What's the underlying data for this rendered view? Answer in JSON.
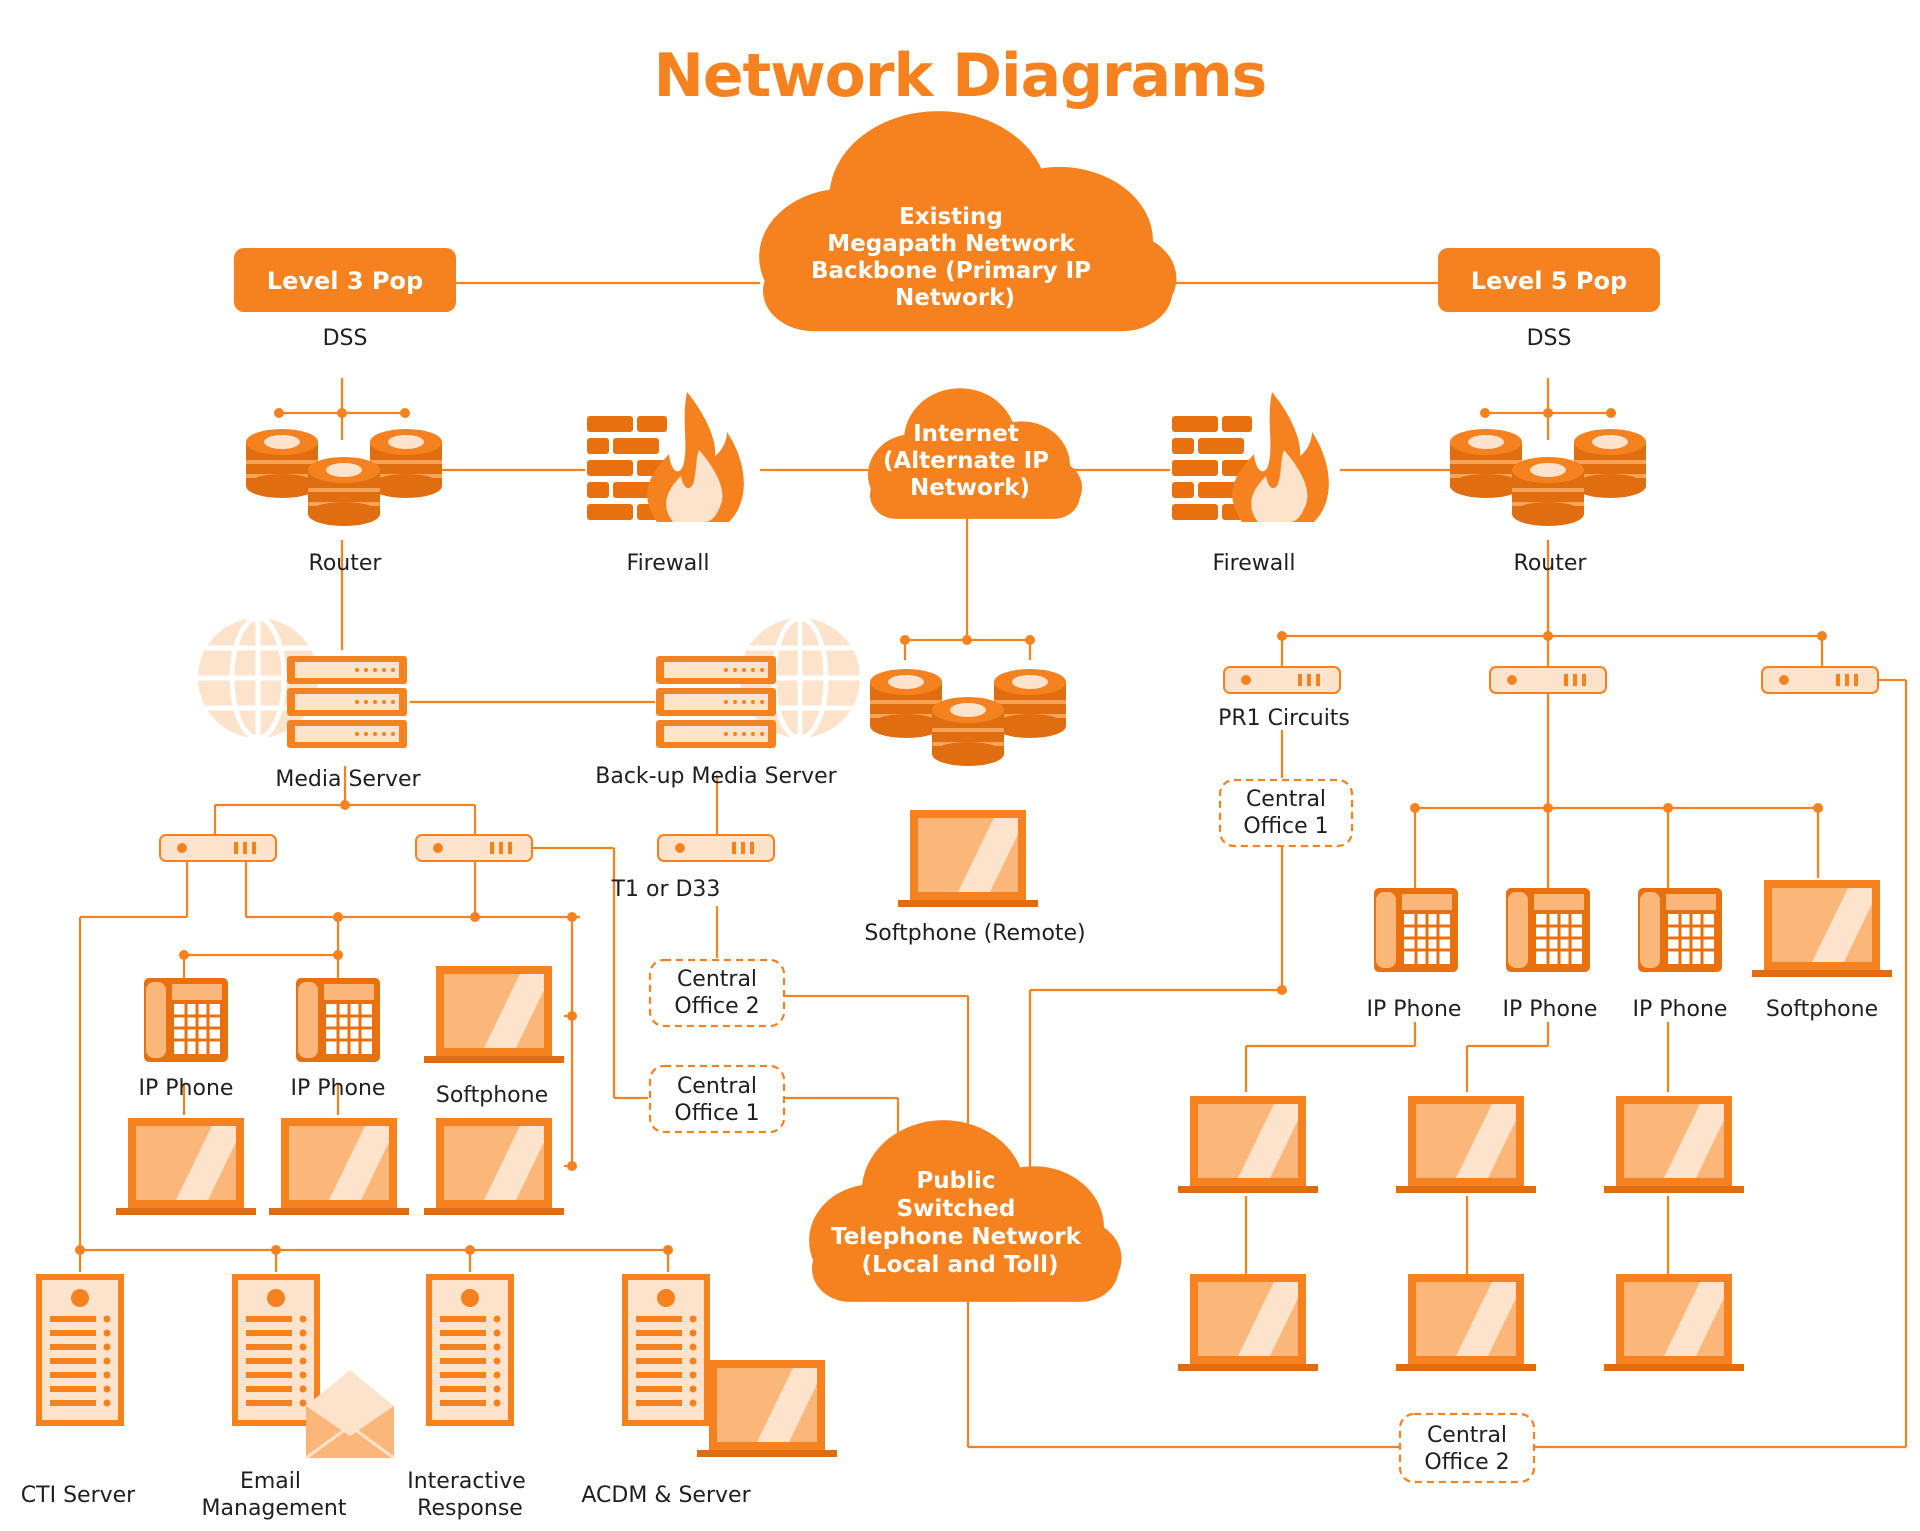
{
  "title": "Network Diagrams",
  "colors": {
    "primary": "#F5821F",
    "dark": "#D9620A",
    "light": "#FBB77A",
    "pale": "#FDE3CC",
    "line": "#F5821F"
  },
  "clouds": {
    "backbone": [
      "Existing",
      "Megapath Network",
      "Backbone (Primary IP",
      "Network)"
    ],
    "internet": [
      "Internet",
      "(Alternate IP",
      "Network)"
    ],
    "pstn": [
      "Public",
      "Switched",
      "Telephone Network",
      "(Local and Toll)"
    ]
  },
  "pops": {
    "left": "Level 3 Pop",
    "right": "Level 5 Pop"
  },
  "labels": {
    "dss_left": "DSS",
    "dss_right": "DSS",
    "router_left": "Router",
    "router_right": "Router",
    "firewall_left": "Firewall",
    "firewall_right": "Firewall",
    "media_server": "Media Server",
    "backup_media_server": "Back-up Media Server",
    "softphone_remote": "Softphone (Remote)",
    "pri_circuits": "PR1 Circuits",
    "t1_d33": "T1 or D33",
    "ip_phone_l1": "IP Phone",
    "ip_phone_l2": "IP Phone",
    "softphone_left": "Softphone",
    "ip_phone_r1": "IP Phone",
    "ip_phone_r2": "IP Phone",
    "ip_phone_r3": "IP Phone",
    "softphone_right": "Softphone",
    "cti_server": "CTI Server",
    "email_management": [
      "Email",
      "Management"
    ],
    "interactive_response": [
      "Interactive",
      "Response"
    ],
    "acdm_server": "ACDM & Server"
  },
  "central_offices": {
    "right_co1": [
      "Central",
      "Office 1"
    ],
    "left_co2": [
      "Central",
      "Office 2"
    ],
    "left_co1": [
      "Central",
      "Office 1"
    ],
    "bottom_co2": [
      "Central",
      "Office 2"
    ]
  },
  "icons": [
    "router-icon",
    "firewall-icon",
    "server-rack-icon",
    "globe-icon",
    "switch-icon",
    "ip-phone-icon",
    "laptop-icon",
    "tower-server-icon",
    "envelope-icon",
    "cloud-icon"
  ]
}
